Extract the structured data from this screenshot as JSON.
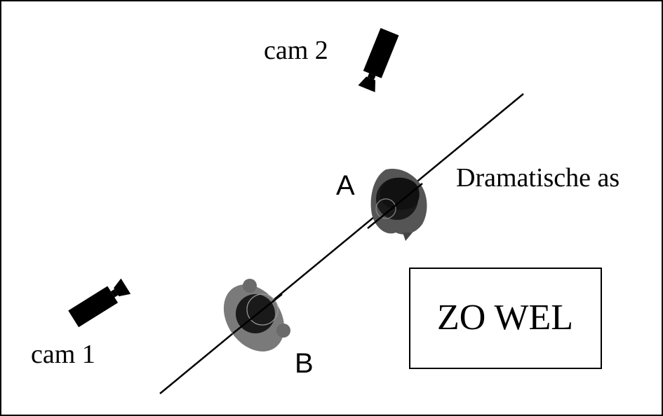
{
  "labels": {
    "cam1": "cam 1",
    "cam2": "cam 2",
    "axis": "Dramatische as",
    "person_a": "A",
    "person_b": "B",
    "box": "ZO WEL"
  },
  "icons": {
    "cam1": "video-camera-icon",
    "cam2": "video-camera-icon",
    "person_a": "person-top-view-icon",
    "person_b": "person-top-view-icon"
  },
  "colors": {
    "ink": "#000000",
    "figure_dark": "#1a1a1a",
    "figure_mid": "#6a6a6a",
    "figure_light": "#8c8c8c"
  }
}
